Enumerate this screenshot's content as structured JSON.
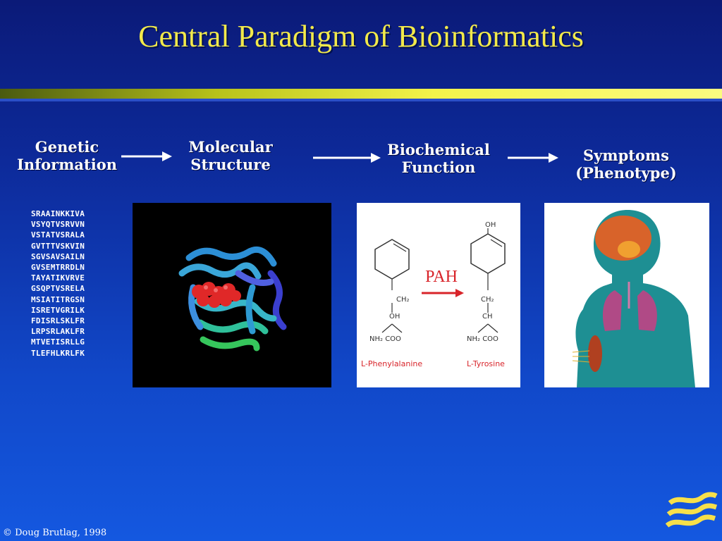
{
  "title": "Central Paradigm of Bioinformatics",
  "stages": [
    {
      "line1": "Genetic",
      "line2": "Information"
    },
    {
      "line1": "Molecular",
      "line2": "Structure"
    },
    {
      "line1": "Biochemical",
      "line2": "Function"
    },
    {
      "line1": "Symptoms",
      "line2": "(Phenotype)"
    }
  ],
  "sequence": [
    "SRAAINKKIVA",
    "VSYQTVSRVVN",
    "VSTATVSRALA",
    "GVTTTVSKVIN",
    "SGVSAVSAILN",
    "GVSEMTRRDLN",
    "TAYATIKVRVE",
    "GSQPTVSRELA",
    "MSIATITRGSN",
    "ISRETVGRILK",
    "FDISRLSKLFR",
    "LRPSRLAKLFR",
    "MTVETISRLLG",
    "TLEFHLKRLFK"
  ],
  "reaction": {
    "enzyme": "PAH",
    "left_oh": "OH",
    "left_ch2": "CH₂",
    "left_nh": "NH₂ COO",
    "left_name": "L-Phenylalanine",
    "right_oh_top": "OH",
    "right_ch2": "CH₂",
    "right_ch": "CH",
    "right_nh": "NH₂ COO",
    "right_name": "L-Tyrosine"
  },
  "footer": "© Doug Brutlag, 1998",
  "colors": {
    "title": "#f2e94a",
    "enzyme": "#d8242a",
    "body": "#1e8f93"
  }
}
